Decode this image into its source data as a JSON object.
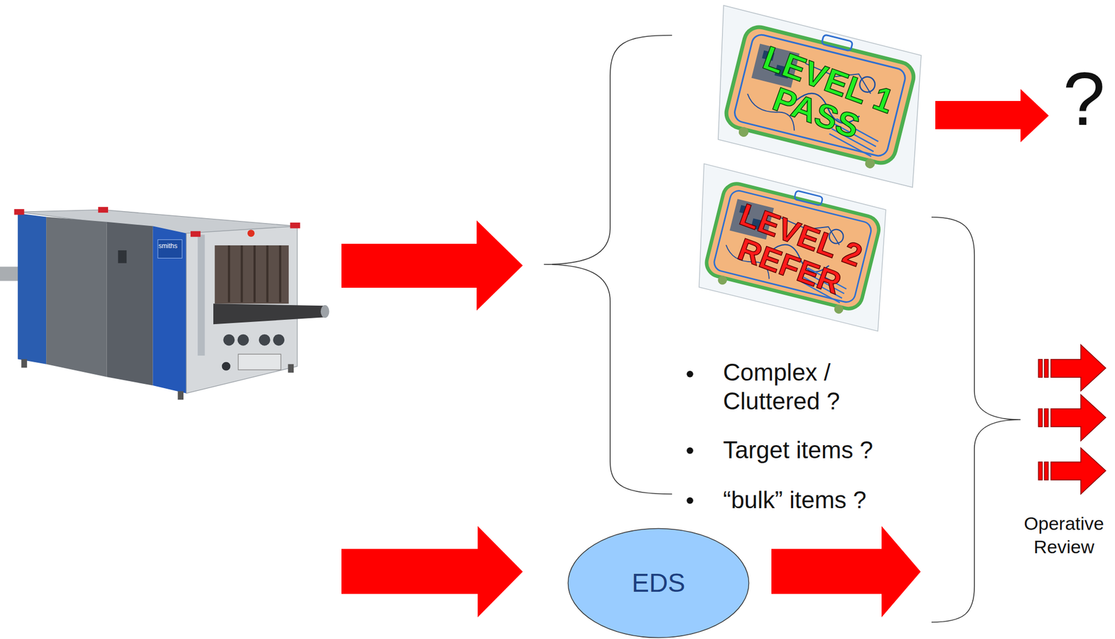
{
  "diagram": {
    "nodes": [
      {
        "text": [
          "LEVEL 1 PASS"
        ]
      },
      {
        "text": [
          "LEVEL 2 REFER"
        ]
      },
      {
        "text": [
          "EDS"
        ]
      }
    ],
    "labels": [
      "smiths",
      "Complex / Cluttered ?",
      "Target items ?",
      "“bulk” items ?",
      "?",
      "Operative Review"
    ]
  }
}
